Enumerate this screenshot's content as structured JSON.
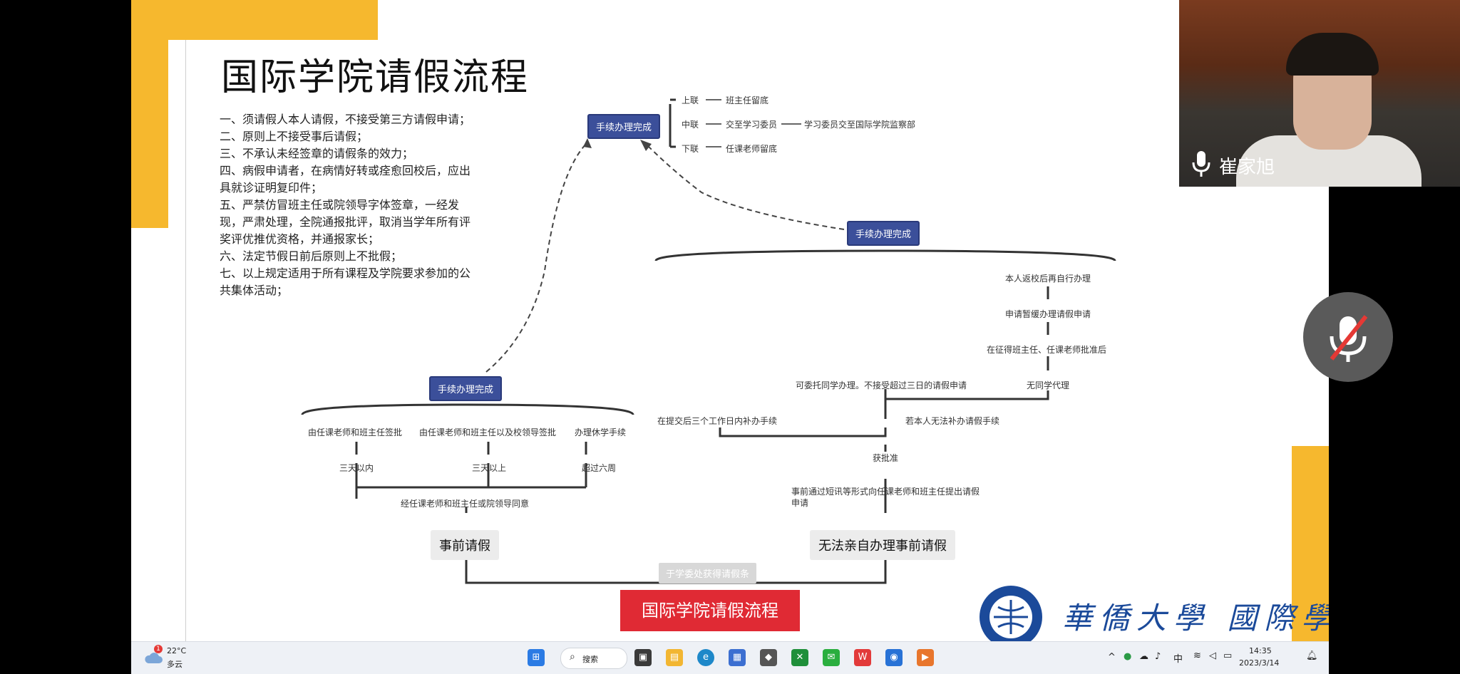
{
  "slide": {
    "title": "国际学院请假流程",
    "rules": [
      "一、须请假人本人请假，不接受第三方请假申请；",
      "二、原则上不接受事后请假；",
      "三、不承认未经签章的请假条的效力；",
      "四、病假申请者，在病情好转或痊愈回校后，应出",
      "具就诊证明复印件；",
      "五、严禁仿冒班主任或院领导字体签章，一经发",
      "现，严肃处理，全院通报批评，取消当学年所有评",
      "奖评优推优资格，并通报家长；",
      "六、法定节假日前后原则上不批假；",
      "七、以上规定适用于所有课程及学院要求参加的公",
      "共集体活动；"
    ]
  },
  "flowchart": {
    "root": "国际学院请假流程",
    "collect": "于学委处获得请假条",
    "branch_left": "事前请假",
    "branch_right": "无法亲自办理事前请假",
    "left_agree": "经任课老师和班主任或院领导同意",
    "left_durations": [
      "三天以内",
      "三天以上",
      "超过六周"
    ],
    "left_approvals": [
      "由任课老师和班主任签批",
      "由任课老师和班主任以及校领导签批",
      "办理休学手续"
    ],
    "done_left": "手续办理完成",
    "right_step1": "事前通过短讯等形式向任课老师和班主任提出请假申请",
    "right_approved": "获批准",
    "right_within3": "在提交后三个工作日内补办手续",
    "right_cannot": "若本人无法补办请假手续",
    "right_entrust": "可委托同学办理。不接受超过三日的请假申请",
    "right_no_proxy": "无同学代理",
    "right_after_sign": "在征得班主任、任课老师批准后",
    "right_apply_defer": "申请暂缓办理请假申请",
    "right_return": "本人返校后再自行办理",
    "done_right": "手续办理完成",
    "done_top": "手续办理完成",
    "top_upper_label": "上联",
    "top_upper": "班主任留底",
    "top_mid_label": "中联",
    "top_mid": "交至学习委员",
    "top_mid_next": "学习委员交至国际学院监察部",
    "top_lower_label": "下联",
    "top_lower": "任课老师留底"
  },
  "logo": {
    "text": "華僑大學 國際學院"
  },
  "video": {
    "participant_name": "崔家旭"
  },
  "taskbar": {
    "weather_temp": "22°C",
    "weather_desc": "多云",
    "weather_badge": "1",
    "search_label": "搜索",
    "ime_label": "中",
    "time": "14:35",
    "date": "2023/3/14"
  },
  "colors": {
    "accent": "#f6b82e",
    "node_blue": "#3b4f9a",
    "root_red": "#e02a34",
    "taskbar": "#eef1f6"
  }
}
